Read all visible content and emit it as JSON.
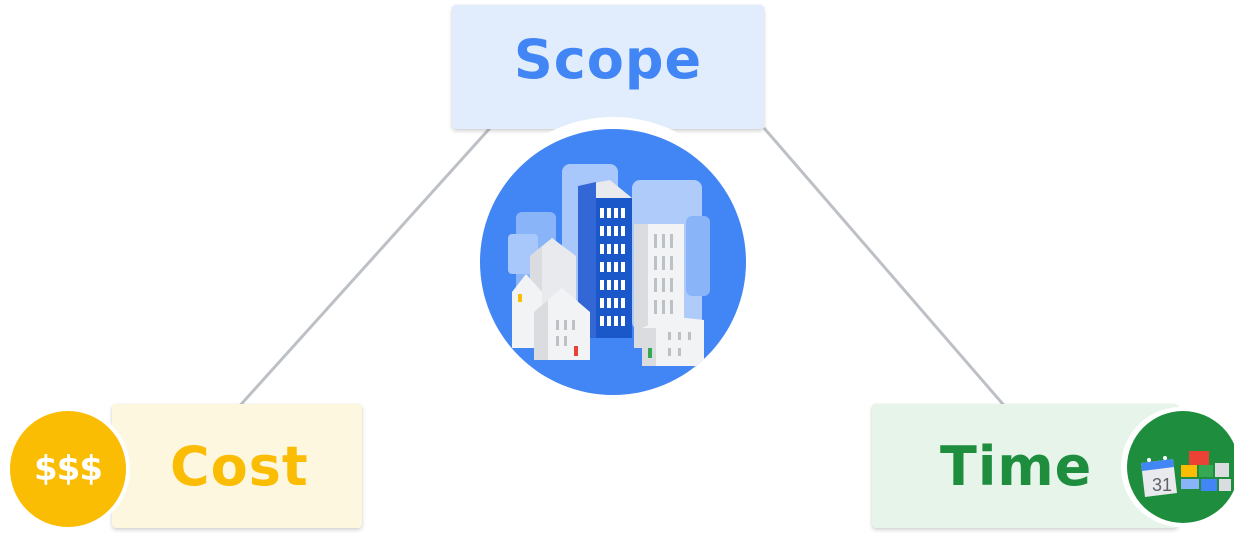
{
  "nodes": {
    "scope": {
      "label": "Scope"
    },
    "cost": {
      "label": "Cost",
      "icon": "dollar-coin-icon",
      "icon_text": "$$$"
    },
    "time": {
      "label": "Time",
      "icon": "calendar-blocks-icon",
      "calendar_day": "31"
    }
  },
  "center_icon": "city-buildings-icon",
  "colors": {
    "scope_text": "#4285f4",
    "scope_bg": "#e1edfc",
    "cost_text": "#fbbc04",
    "cost_bg": "#fef7e0",
    "time_text": "#1e8e3e",
    "time_bg": "#e6f4ea",
    "connector": "#bdc1c6"
  }
}
